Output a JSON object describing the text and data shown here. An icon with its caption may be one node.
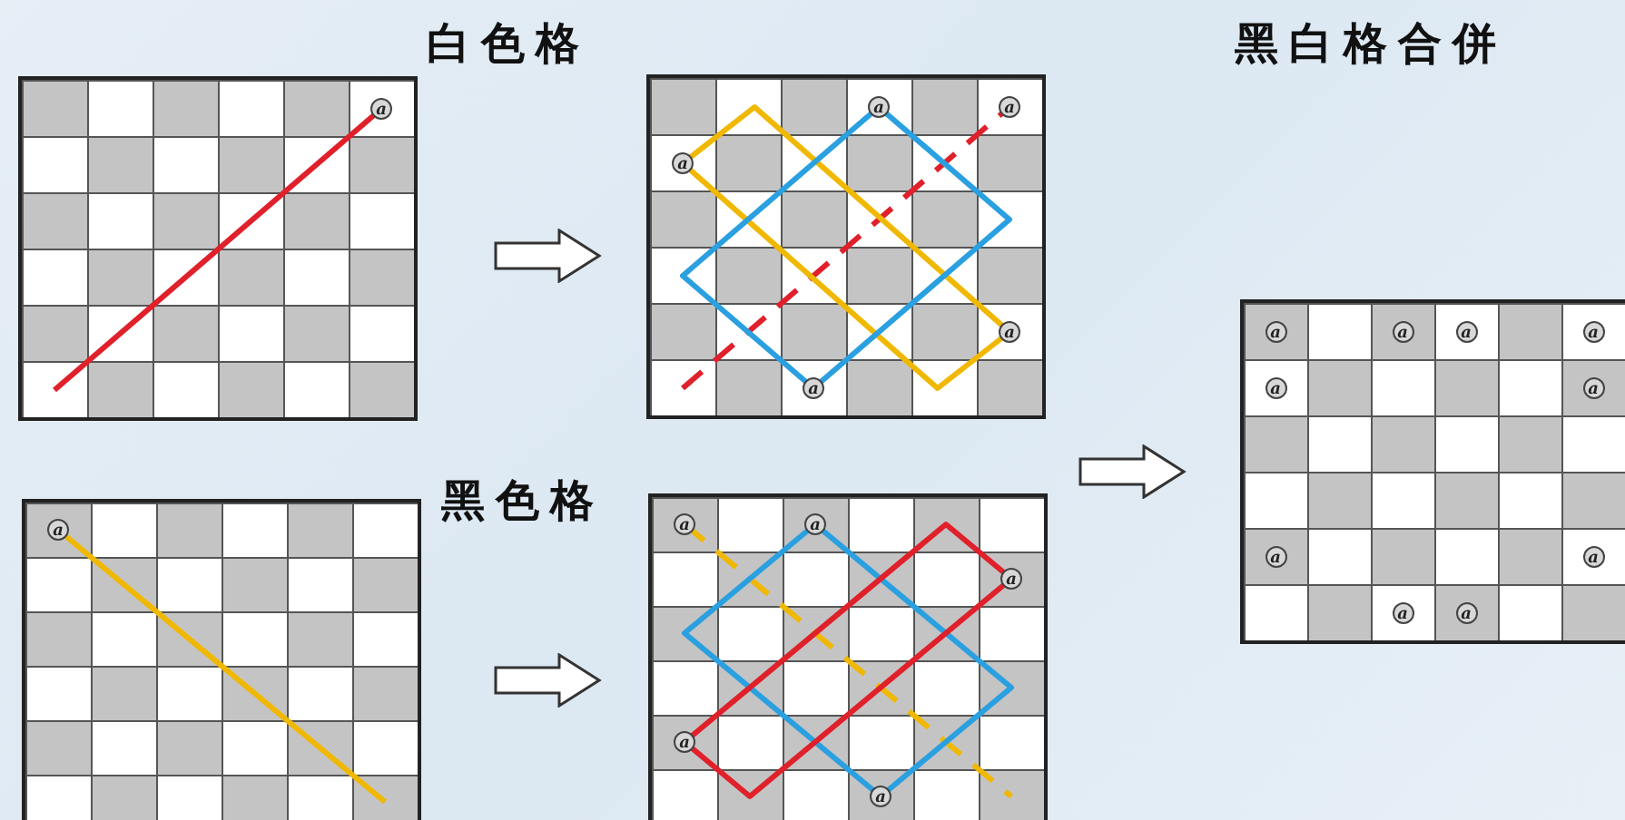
{
  "diagram": {
    "nodes": [
      {
        "text": [],
        "shape": "grid"
      },
      {
        "text": [
          "a"
        ],
        "in": 0
      },
      {
        "text": [],
        "shape": "grid"
      },
      {
        "text": [
          "a"
        ],
        "in": 2
      },
      {
        "text": [
          "a"
        ],
        "in": 2
      },
      {
        "text": [
          "a"
        ],
        "in": 2
      },
      {
        "text": [
          "a"
        ],
        "in": 2
      },
      {
        "text": [
          "a"
        ],
        "in": 2
      },
      {
        "text": [],
        "shape": "grid"
      },
      {
        "text": [
          "a"
        ],
        "in": 8
      },
      {
        "text": [],
        "shape": "grid"
      },
      {
        "text": [
          "a"
        ],
        "in": 10
      },
      {
        "text": [
          "a"
        ],
        "in": 10
      },
      {
        "text": [
          "a"
        ],
        "in": 10
      },
      {
        "text": [
          "a"
        ],
        "in": 10
      },
      {
        "text": [
          "a"
        ],
        "in": 10
      },
      {
        "text": [],
        "shape": "grid"
      },
      {
        "text": [
          "a"
        ],
        "in": 16
      },
      {
        "text": [
          "a"
        ],
        "in": 16
      },
      {
        "text": [
          "a"
        ],
        "in": 16
      },
      {
        "text": [
          "a"
        ],
        "in": 16
      },
      {
        "text": [
          "a"
        ],
        "in": 16
      },
      {
        "text": [
          "a"
        ],
        "in": 16
      },
      {
        "text": [
          "a"
        ],
        "in": 16
      },
      {
        "text": [
          "a"
        ],
        "in": 16
      },
      {
        "text": [
          "a"
        ],
        "in": 16
      },
      {
        "text": [
          "a"
        ],
        "in": 16
      }
    ],
    "edges": [
      {
        "from": 0,
        "to": 2,
        "arrow": "to"
      },
      {
        "from": 8,
        "to": 10,
        "arrow": "to"
      },
      {
        "from": 2,
        "to": 16,
        "arrow": "to"
      },
      {
        "from": 10,
        "to": 16,
        "arrow": "to"
      }
    ],
    "labels": [
      "白色格",
      "黑白格合併",
      "黑色格"
    ]
  }
}
